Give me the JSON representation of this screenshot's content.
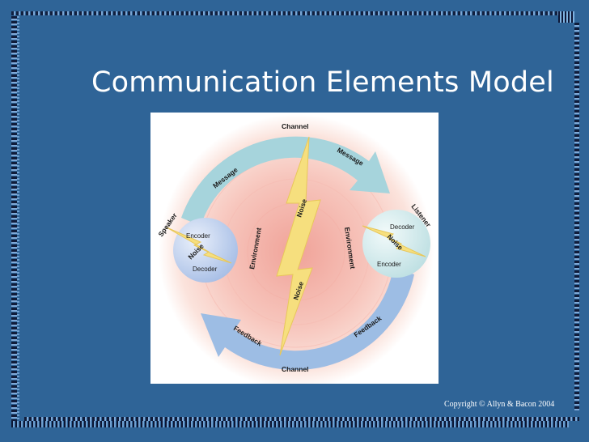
{
  "slide": {
    "title": "Communication Elements Model",
    "copyright": "Copyright © Allyn & Bacon 2004"
  },
  "diagram": {
    "channel_top": "Channel",
    "channel_bottom": "Channel",
    "message_left": "Message",
    "message_right": "Message",
    "feedback_left": "Feedback",
    "feedback_right": "Feedback",
    "speaker": "Speaker",
    "listener": "Listener",
    "speaker_encoder": "Encoder",
    "speaker_decoder": "Decoder",
    "speaker_noise": "Noise",
    "listener_decoder": "Decoder",
    "listener_encoder": "Encoder",
    "listener_noise": "Noise",
    "environment_left": "Environment",
    "environment_right": "Environment",
    "noise_center_top": "Noise",
    "noise_center_bottom": "Noise",
    "colors": {
      "slide_background": "#2f6497",
      "outer_arrow": "#9ccfd8",
      "bottom_arrow": "#8fb2dc",
      "center_glow": "#f3a9a0",
      "lightning": "#f6df7e",
      "speaker_circle": "#b5c9ec",
      "listener_circle": "#cbe6e8"
    }
  }
}
